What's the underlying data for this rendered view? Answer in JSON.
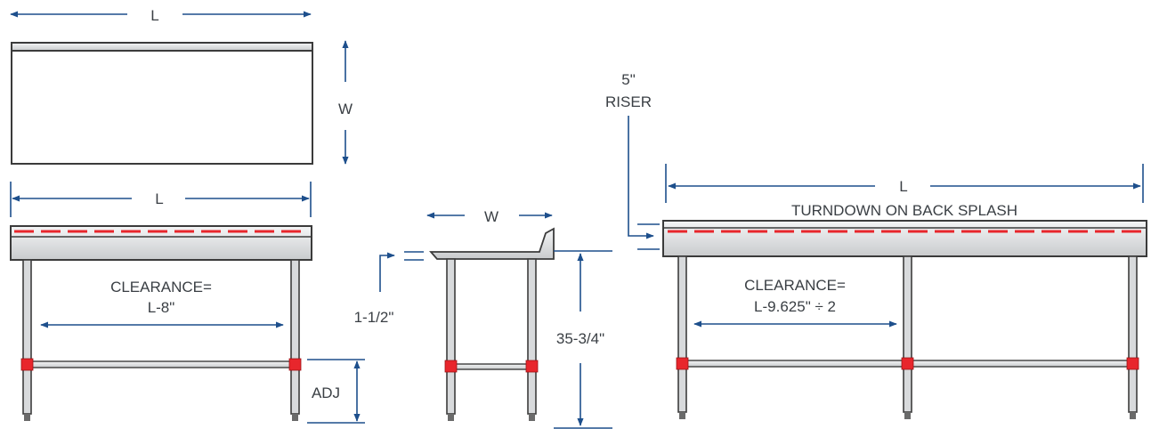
{
  "top_view": {
    "length_label": "L",
    "width_label": "W"
  },
  "front_view": {
    "length_label": "L",
    "clearance_line1": "CLEARANCE=",
    "clearance_line2": "L-8\"",
    "adj_label": "ADJ"
  },
  "side_view": {
    "width_label": "W",
    "edge_label": "1-1/2\"",
    "height_label": "35-3/4\""
  },
  "long_view": {
    "riser_line1": "5\"",
    "riser_line2": "RISER",
    "length_label": "L",
    "turndown_label": "TURNDOWN ON BACK SPLASH",
    "clearance_line1": "CLEARANCE=",
    "clearance_line2": "L-9.625\" ÷ 2"
  },
  "colors": {
    "dimension": "#1d4f8c",
    "accent": "#e8262c"
  }
}
